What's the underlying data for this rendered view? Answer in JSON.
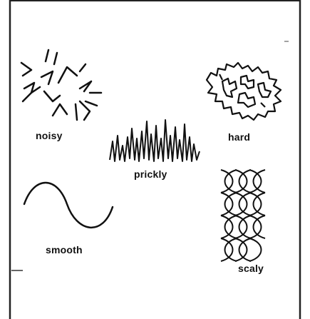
{
  "labels": {
    "noisy": "noisy",
    "hard": "hard",
    "prickly": "prickly",
    "smooth": "smooth",
    "scaly": "scaly"
  },
  "colors": {
    "ink": "#111111",
    "border": "#222222",
    "background": "#ffffff"
  }
}
